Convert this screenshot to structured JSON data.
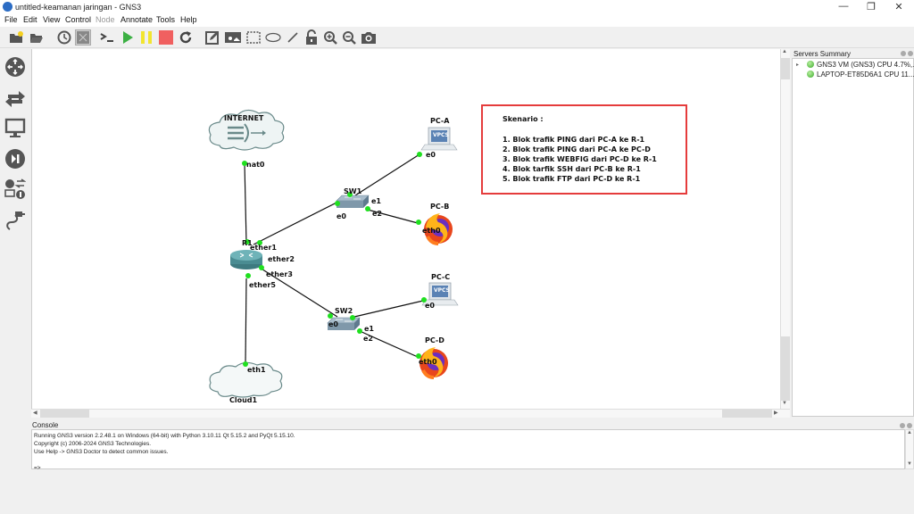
{
  "window": {
    "title": "untitled-keamanan jaringan - GNS3",
    "controls": {
      "minimize": "—",
      "restore": "❐",
      "close": "✕"
    }
  },
  "menu": {
    "items": [
      "File",
      "Edit",
      "View",
      "Control",
      "Node",
      "Annotate",
      "Tools",
      "Help"
    ],
    "disabled": [
      "Node"
    ]
  },
  "toolbar": {
    "buttons": [
      "new-project-icon",
      "open-project-icon",
      "snapshot-icon",
      "show-interface-labels-icon",
      "console-all-icon",
      "start-all-icon",
      "suspend-all-icon",
      "stop-all-icon",
      "reload-all-icon",
      "add-note-icon",
      "insert-picture-icon",
      "draw-rectangle-icon",
      "draw-ellipse-icon",
      "draw-line-icon",
      "lock-icon",
      "zoom-in-icon",
      "zoom-out-icon",
      "screenshot-icon"
    ]
  },
  "left_toolbar": {
    "buttons": [
      "routers-icon",
      "switches-icon",
      "end-devices-icon",
      "security-devices-icon",
      "all-devices-icon",
      "add-link-icon"
    ]
  },
  "topology": {
    "nodes": {
      "internet": "INTERNET",
      "router": "R1",
      "sw1": "SW1",
      "sw2": "SW2",
      "pca": "PC-A",
      "pcb": "PC-B",
      "pcc": "PC-C",
      "pcd": "PC-D",
      "cloud": "Cloud1",
      "vpcs_badge": "VPCS"
    },
    "ports": {
      "internet_nat0": "nat0",
      "r1_ether1": "ether1",
      "r1_ether2": "ether2",
      "r1_ether3": "ether3",
      "r1_ether5": "ether5",
      "sw1_e0": "e0",
      "sw1_e1": "e1",
      "sw1_e2": "e2",
      "pca_e0": "e0",
      "pcb_eth0": "eth0",
      "sw2_e0": "e0",
      "sw2_e1": "e1",
      "sw2_e2": "e2",
      "pcc_e0": "e0",
      "pcd_eth0": "eth0",
      "cloud_eth1": "eth1"
    },
    "link_color": "#1fe01f"
  },
  "note": {
    "title": "Skenario :",
    "items": [
      "1. Blok trafik PING dari PC-A ke R-1",
      "2. Blok trafik PING dari PC-A ke PC-D",
      "3. Blok trafik WEBFIG dari PC-D ke R-1",
      "4. Blok tarfik SSH dari PC-B ke R-1",
      "5. Blok trafik FTP dari PC-D ke R-1"
    ],
    "border_color": "#e53c3c"
  },
  "servers": {
    "title": "Servers Summary",
    "items": [
      "GNS3 VM (GNS3) CPU 4.7%,...",
      "LAPTOP-ET85D6A1 CPU 11...."
    ]
  },
  "console": {
    "title": "Console",
    "lines": [
      "Running GNS3 version 2.2.48.1 on Windows (64-bit) with Python 3.10.11 Qt 5.15.2 and PyQt 5.15.10.",
      "Copyright (c) 2006-2024 GNS3 Technologies.",
      "Use Help -> GNS3 Doctor to detect common issues.",
      "",
      "=>"
    ]
  }
}
